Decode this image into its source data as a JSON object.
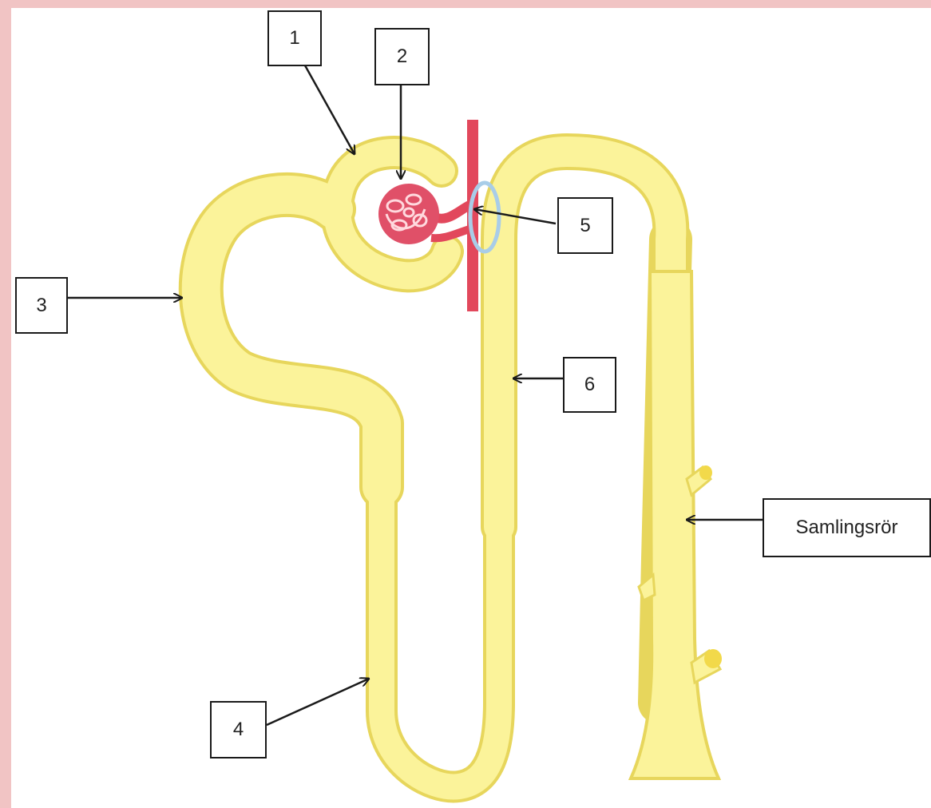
{
  "labels": {
    "l1": "1",
    "l2": "2",
    "l3": "3",
    "l4": "4",
    "l5": "5",
    "l6": "6",
    "collecting_duct": "Samlingsrör"
  },
  "colors": {
    "background": "#f1c4c4",
    "canvas": "#ffffff",
    "tubule_fill": "#fbf39a",
    "tubule_edge": "#e7d65c",
    "vessel": "#e2485c",
    "glomerulus": "#e05068",
    "ring": "#a9cde8",
    "arrow": "#1a1a1a"
  },
  "icons": {
    "tubule": "nephron-tubule",
    "glomerulus": "glomerulus-capillaries",
    "ring": "macula-densa-ring",
    "arrows": "pointer-arrow"
  }
}
